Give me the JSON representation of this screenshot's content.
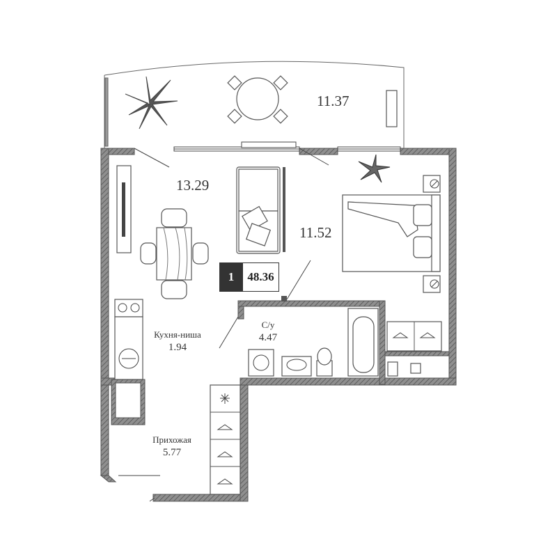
{
  "plan": {
    "rooms_badge": "1",
    "total_area": "48.36",
    "rooms": [
      {
        "id": "terrace",
        "name": "",
        "area": "11.37"
      },
      {
        "id": "living",
        "name": "",
        "area": "13.29"
      },
      {
        "id": "bedroom",
        "name": "",
        "area": "11.52"
      },
      {
        "id": "kitchen",
        "name": "Кухня-ниша",
        "area": "1.94"
      },
      {
        "id": "bathroom",
        "name": "С/у",
        "area": "4.47"
      },
      {
        "id": "hallway",
        "name": "Прихожая",
        "area": "5.77"
      }
    ],
    "icons": [
      "palm-plant-icon",
      "round-table-icon",
      "sofa-icon",
      "dining-table-icon",
      "tv-unit-icon",
      "double-bed-icon",
      "nightstand-lamp-icon",
      "plant-icon",
      "hob-icon",
      "sink-icon",
      "washing-machine-icon",
      "washbasin-icon",
      "toilet-icon",
      "bathtub-icon",
      "wardrobe-hanger-icon",
      "fridge-snowflake-icon",
      "boiler-icon"
    ],
    "colors": {
      "wall_fill": "#8a8a8a",
      "line": "#555555",
      "badge_dark": "#333333"
    }
  }
}
